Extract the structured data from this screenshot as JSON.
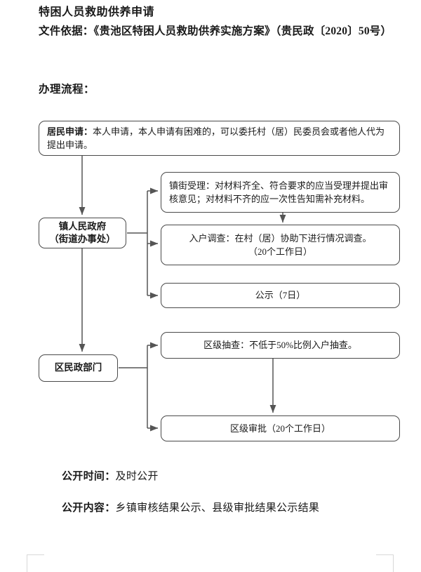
{
  "document": {
    "title": "特困人员救助供养申请",
    "basis_label": "文件依据：",
    "basis_text": "《贵池区特困人员救助供养实施方案》（贵民政〔2020〕50号）",
    "basis_full": "文件依据：《贵池区特困人员救助供养实施方案》（贵民政〔2020〕50号）",
    "flow_heading": "办理流程："
  },
  "flow": {
    "resident_application": {
      "label": "居民申请：",
      "text": "本人申请，本人申请有困难的，可以委托村（居）民委员会或者他人代为提出申请。"
    },
    "township_government": {
      "line1": "镇人民政府",
      "line2": "（街道办事处）"
    },
    "district_civil_affairs": {
      "line1": "区民政部门"
    },
    "town_acceptance": {
      "label": "镇街受理：",
      "text": "对材料齐全、符合要求的应当受理并提出审核意见；对材料不齐的应一次性告知需补充材料。"
    },
    "home_visit": {
      "label": "入户调查：",
      "text": "在村（居）协助下进行情况调查。",
      "duration": "（20个工作日）"
    },
    "publicity": {
      "text": "公示（7日）"
    },
    "district_spot_check": {
      "label": "区级抽查：",
      "text": "不低于50%比例入户抽查。"
    },
    "district_approval": {
      "text": "区级审批（20个工作日）"
    }
  },
  "footer": {
    "disclosure_time_label": "公开时间：",
    "disclosure_time_value": "及时公开",
    "disclosure_content_label": "公开内容：",
    "disclosure_content_value": "乡镇审核结果公示、县级审批结果公示结果"
  },
  "colors": {
    "page_background": "#ffffff",
    "text": "#1a1a1a",
    "box_border": "#4a4a4a",
    "connector": "#555555",
    "corner_mark": "#d8d8d8"
  }
}
